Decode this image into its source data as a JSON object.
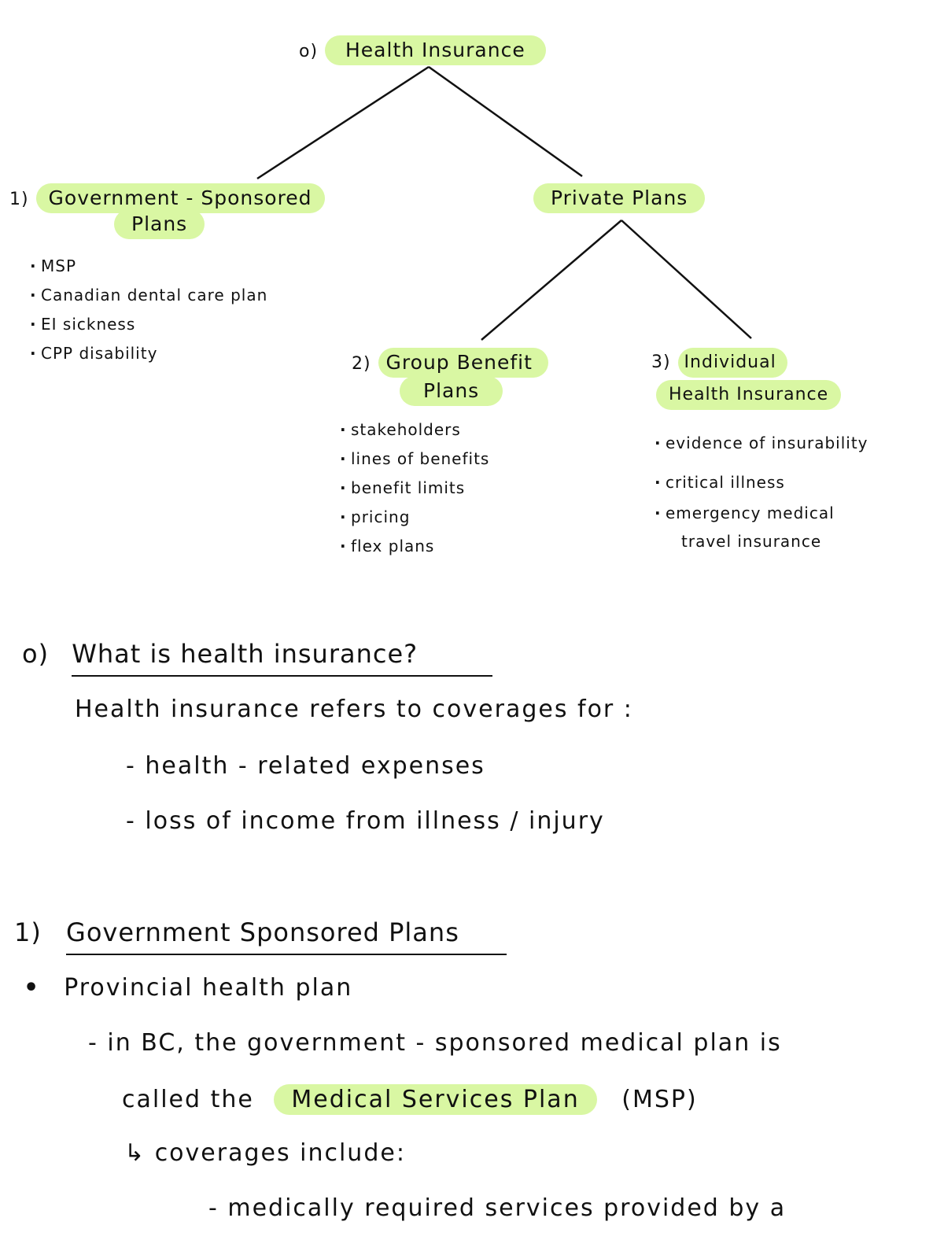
{
  "tree": {
    "root": {
      "number": "o)",
      "label": "Health Insurance"
    },
    "gov": {
      "number": "1)",
      "label_line1": "Government - Sponsored",
      "label_line2": "Plans",
      "items": [
        "MSP",
        "Canadian dental care plan",
        "EI sickness",
        "CPP disability"
      ]
    },
    "private": {
      "label": "Private Plans"
    },
    "group": {
      "number": "2)",
      "label_line1": "Group Benefit",
      "label_line2": "Plans",
      "items": [
        "stakeholders",
        "lines of benefits",
        "benefit limits",
        "pricing",
        "flex plans"
      ]
    },
    "individual": {
      "number": "3)",
      "label_line1": "Individual",
      "label_line2": "Health Insurance",
      "items": [
        "evidence of insurability",
        "critical illness"
      ],
      "item3_line1": "emergency medical",
      "item3_line2": "travel insurance"
    }
  },
  "section0": {
    "number": "o)",
    "heading": "What is health insurance?",
    "intro": "Health insurance refers to coverages for :",
    "points": [
      "health - related expenses",
      "loss of income from illness / injury"
    ]
  },
  "section1": {
    "number": "1)",
    "heading": "Government Sponsored Plans",
    "bullet": "Provincial health plan",
    "line1": "in BC, the government - sponsored medical plan is",
    "line2_pre": "called the",
    "line2_highlight": "Medical Services Plan",
    "line2_post": "(MSP)",
    "arrow": "↳",
    "coverage_label": "coverages include:",
    "coverage_item": "medically required services provided by a"
  }
}
